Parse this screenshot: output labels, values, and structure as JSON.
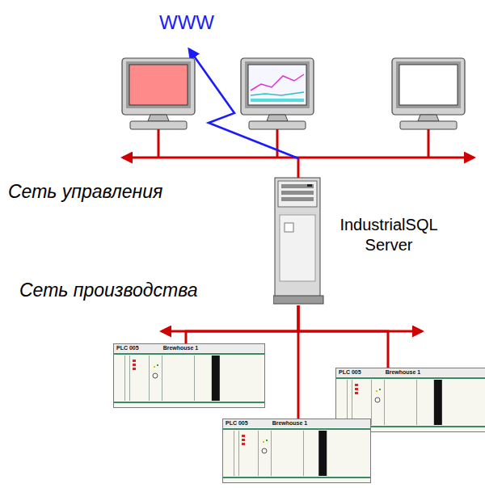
{
  "diagram": {
    "nodes": [
      {
        "text": [
          "IndustrialSQL Server"
        ]
      },
      {
        "text": [
          "PLC 005",
          "Brewhouse 1"
        ]
      },
      {
        "text": [
          "PLC 005",
          "Brewhouse 1"
        ]
      },
      {
        "text": [
          "PLC 005",
          "Brewhouse 1"
        ]
      }
    ],
    "edges": [
      {
        "from": 0,
        "to": 1,
        "arrow": "none"
      },
      {
        "from": 0,
        "to": 2,
        "arrow": "none"
      },
      {
        "from": 0,
        "to": 3,
        "arrow": "none"
      }
    ],
    "labels": [
      "WWW",
      "Сеть управления",
      "Сеть производства"
    ]
  }
}
